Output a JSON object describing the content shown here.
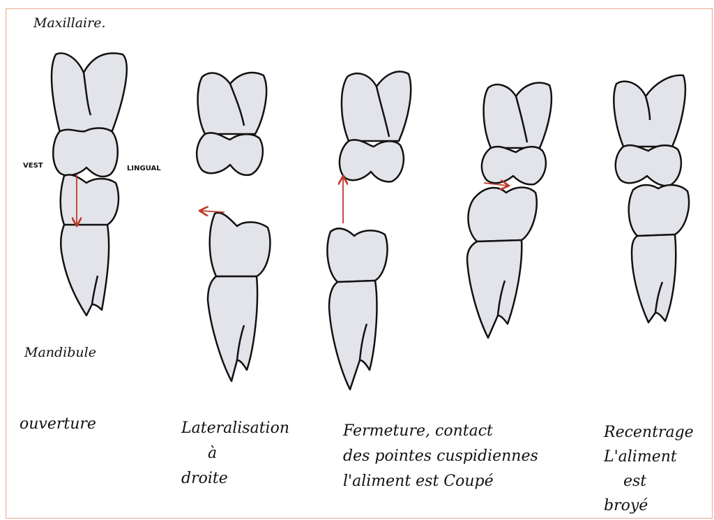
{
  "labels": {
    "maxillaire": "Maxillaire.",
    "vest": "VEST",
    "lingual": "LINGUAL",
    "mandibule": "Mandibule"
  },
  "captions": {
    "ouverture": "ouverture",
    "lateralisation": [
      "Lateralisation",
      "à",
      "droite"
    ],
    "fermeture": [
      "Fermeture, contact",
      "des pointes cuspidiennes",
      "l'aliment est Coupé"
    ],
    "recentrage": [
      "Recentrage",
      "L'aliment",
      "est",
      "broyé"
    ]
  },
  "colors": {
    "tooth_fill": "#e3e3ea",
    "outline": "#111111",
    "arrow": "#c0392b",
    "frame": "#e8a98a"
  }
}
